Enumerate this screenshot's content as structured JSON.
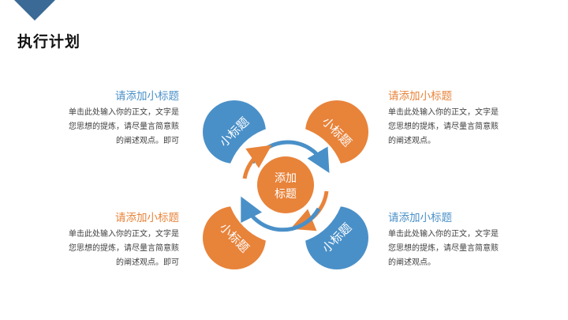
{
  "page": {
    "title": "执行计划"
  },
  "colors": {
    "blue": "#4a90c8",
    "orange": "#e8833a",
    "corner": "#3a6a95"
  },
  "center": {
    "line1": "添加",
    "line2": "标题"
  },
  "petals": [
    {
      "label": "小标题",
      "color": "blue"
    },
    {
      "label": "小标题",
      "color": "orange"
    },
    {
      "label": "小标题",
      "color": "orange"
    },
    {
      "label": "小标题",
      "color": "blue"
    }
  ],
  "blocks": [
    {
      "heading": "请添加小标题",
      "line1": "单击此处输入你的正文，文字是",
      "line2": "您思想的提炼，请尽量言简意赅",
      "line3": "的阐述观点。即可"
    },
    {
      "heading": "请添加小标题",
      "line1": "单击此处输入你的正文，文字是",
      "line2": "您思想的提炼，请尽量言简意赅",
      "line3": "的阐述观点。"
    },
    {
      "heading": "请添加小标题",
      "line1": "单击此处输入你的正文，文字是",
      "line2": "您思想的提炼，请尽量言简意赅",
      "line3": "的阐述观点。即可"
    },
    {
      "heading": "请添加小标题",
      "line1": "单击此处输入你的正文，文字是",
      "line2": "您思想的提炼，请尽量言简意赅",
      "line3": "的阐述观点。"
    }
  ]
}
